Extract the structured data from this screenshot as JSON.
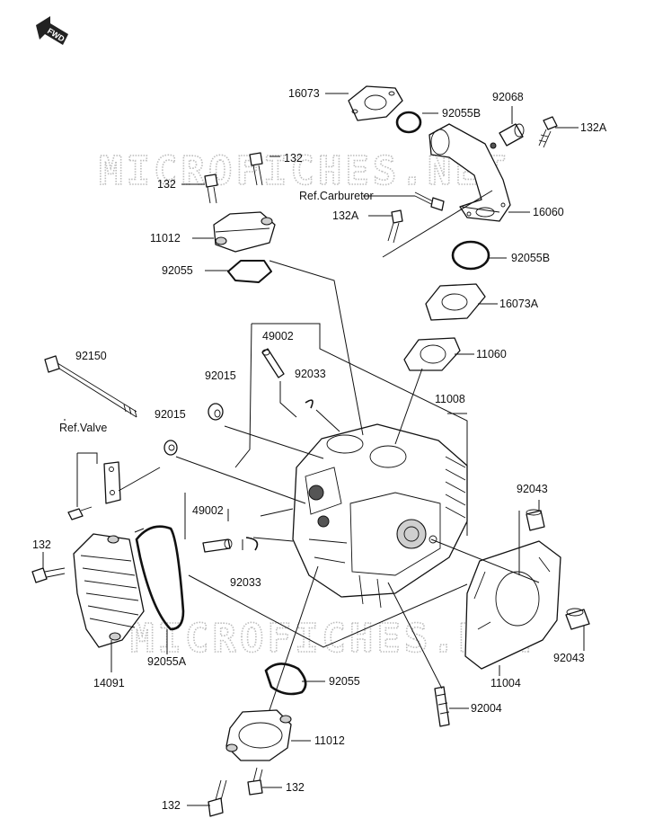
{
  "fwd_badge": "FWD",
  "watermark": "MICROFICHES.NET",
  "labels": {
    "p16073": "16073",
    "p92068": "92068",
    "p92055b_top": "92055B",
    "p132a_top": "132A",
    "p132_top": "132",
    "p132_left": "132",
    "ref_carburetor": "Ref.Carburetor",
    "p132a_mid": "132A",
    "p16060": "16060",
    "p11012_top": "11012",
    "p92055_top": "92055",
    "p92055b_mid": "92055B",
    "p16073a": "16073A",
    "p49002_top": "49002",
    "p92150": "92150",
    "p92015_a": "92015",
    "p92033_top": "92033",
    "p11060": "11060",
    "p11008": "11008",
    "p92015_b": "92015",
    "ref_valve": "Ref.Valve",
    "p92043_top": "92043",
    "p49002_bot": "49002",
    "p132_side": "132",
    "p92033_bot": "92033",
    "p92043_bot": "92043",
    "p14091": "14091",
    "p92055a": "92055A",
    "p11004": "11004",
    "p92055_bot": "92055",
    "p92004": "92004",
    "p11012_bot": "11012",
    "p132_bot_left": "132",
    "p132_bot_right": "132"
  }
}
